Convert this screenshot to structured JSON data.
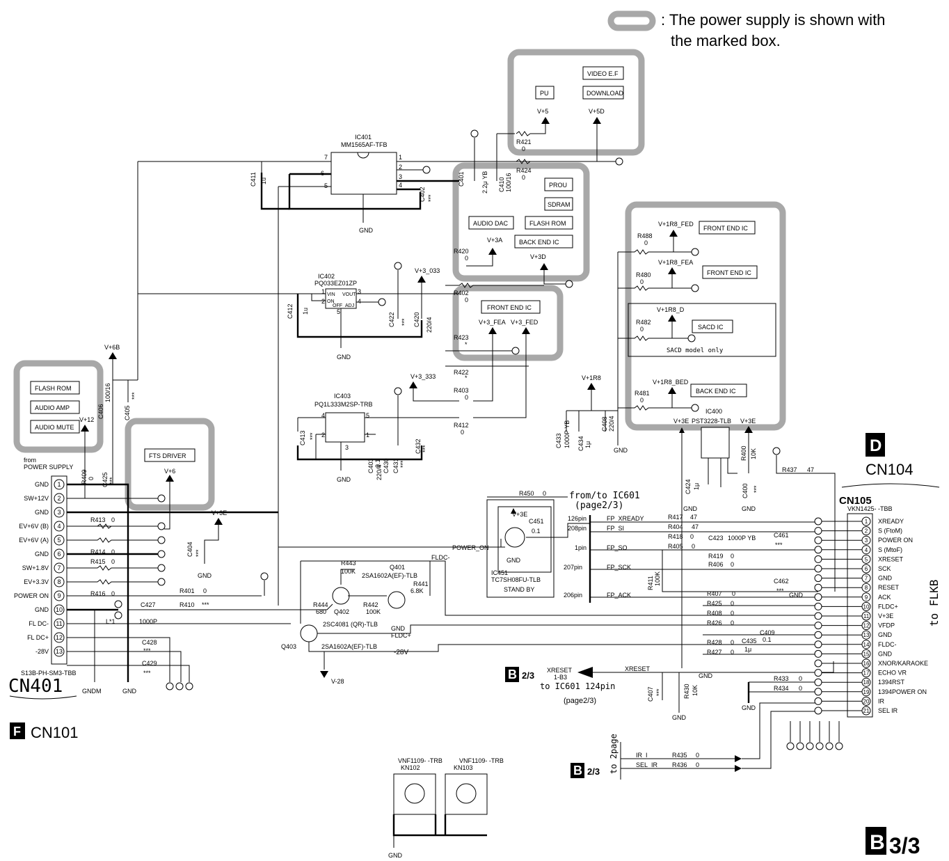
{
  "note": {
    "line1": ": The power supply is shown with",
    "line2": "the marked box."
  },
  "ic401": {
    "name": "IC401",
    "part": "MM1565AF-TFB",
    "pins": [
      "1",
      "2",
      "3",
      "4",
      "5",
      "6",
      "7"
    ]
  },
  "ic402": {
    "name": "IC402",
    "part": "PQ033EZ01ZP",
    "vin": "VIN",
    "vout": "VOUT",
    "on": "ON",
    "off": "OFF",
    "adj": "ADJ",
    "pins": [
      "1",
      "2",
      "3",
      "4",
      "5"
    ]
  },
  "ic403": {
    "name": "IC403",
    "part": "PQ1L333M2SP-TRB",
    "pins": [
      "1",
      "2",
      "3",
      "4",
      "5"
    ]
  },
  "ic451": {
    "name": "IC451",
    "part": "TC7SH08FU-TLB",
    "label": "STAND BY"
  },
  "ic400": {
    "name": "IC400",
    "part": "PST3228-TLB"
  },
  "supply_boxes": {
    "pu": "PU",
    "video_ef": "VIDEO E.F",
    "download": "DOWNLOAD",
    "v5": "V+5",
    "v5d": "V+5D",
    "prou": "PROU",
    "sdram": "SDRAM",
    "audio_dac": "AUDIO DAC",
    "flash_rom": "FLASH ROM",
    "back_end_ic": "BACK END IC",
    "v3a": "V+3A",
    "v3d": "V+3D",
    "front_end_ic": "FRONT END IC",
    "v3_fea": "V+3_FEA",
    "v3_fed": "V+3_FED",
    "v1r8_fed": "V+1R8_FED",
    "v1r8_fea": "V+1R8_FEA",
    "v1r8_d": "V+1R8_D",
    "sacd_ic": "SACD IC",
    "sacd_model_only": "SACD model only",
    "v1r8_bed": "V+1R8_BED",
    "flash_rom2": "FLASH ROM",
    "audio_amp": "AUDIO AMP",
    "audio_mute": "AUDIO MUTE",
    "fts_driver": "FTS DRIVER",
    "v6": "V+6"
  },
  "rails": {
    "v6b": "V+6B",
    "v12": "V+12",
    "v3_033": "V+3_033",
    "v3_333": "V+3_333",
    "v1r8": "V+1R8",
    "v3e": "V+3E",
    "v28": "V-28"
  },
  "components": {
    "c411": "C411",
    "c411v": "1u",
    "c402": "C402",
    "c402v": "***",
    "c401": "C401",
    "c401v": "2.2μ YB",
    "c410": "C410",
    "c410v": "100/16",
    "r421": "R421",
    "r421v": "0",
    "r424": "R424",
    "r424v": "0",
    "r420": "R420",
    "r420v": "0",
    "r402": "R402",
    "r402v": "0",
    "r423": "R423",
    "r423v": "*",
    "r422": "R422",
    "r422v": "*",
    "r403": "R403",
    "r403v": "0",
    "r412": "R412",
    "r412v": "0",
    "c412": "C412",
    "c412v": "1u",
    "c422": "C422",
    "c422v": "***",
    "c420": "C420",
    "c420v": "220/4",
    "c413": "C413",
    "c413v": "***",
    "c403": "C403",
    "c403v": "0.1",
    "c430": "C430",
    "c430v": "220/4",
    "c431": "C431",
    "c431v": "***",
    "c432": "C432",
    "c432v": "***",
    "c406": "C406",
    "c406v": "100/16",
    "c405": "C405",
    "c405v": "***",
    "r409": "R409",
    "r409v": "0",
    "c425": "C425",
    "c425v": "***",
    "r488": "R488",
    "r488v": "0",
    "r480": "R480",
    "r480v": "0",
    "r482": "R482",
    "r482v": "0",
    "r481": "R481",
    "r481v": "0",
    "c433": "C433",
    "c433v": "1000P YB",
    "c434": "C434",
    "c434v": "1μ",
    "c408": "C408",
    "c408v": "220/4",
    "r400": "R400",
    "r400v": "10K",
    "c424": "C424",
    "c424v": "1μ",
    "c400": "C400",
    "c400v": "***",
    "r437": "R437",
    "r437v": "47",
    "r450": "R450",
    "r450v": "0",
    "c451": "C451",
    "c451v": "0.1",
    "r413": "R413",
    "r413v": "0",
    "r414": "R414",
    "r414v": "0",
    "r415": "R415",
    "r415v": "0",
    "r416": "R416",
    "r416v": "0",
    "r401": "R401",
    "r401v": "0",
    "r410": "R410",
    "r410v": "***",
    "c404": "C404",
    "c404v": "***",
    "c427": "C427",
    "c427v": "1000P",
    "c428": "C428",
    "c428v": "***",
    "c429": "C429",
    "c429v": "***",
    "l1": "L*1",
    "r443": "R443",
    "r443v": "100K",
    "q401": "Q401",
    "q401v": "2SA1602A(EF)-TLB",
    "r441": "R441",
    "r441v": "6.8K",
    "r444": "R444",
    "r444v": "680",
    "r442": "R442",
    "r442v": "100K",
    "q402": "Q402",
    "q402v": "2SC4081 (QR)-TLB",
    "q403": "Q403",
    "q403v": "2SA1602A(EF)-TLB",
    "r417": "R417",
    "r417v": "47",
    "r404": "R404",
    "r404v": "47",
    "r418": "R418",
    "r418v": "0",
    "c423": "C423",
    "c423v": "1000P YB",
    "r405": "R405",
    "r405v": "0",
    "c461": "C461",
    "c461v": "***",
    "r419": "R419",
    "r419v": "0",
    "r406": "R406",
    "r406v": "0",
    "c462": "C462",
    "c462v": "***",
    "r411": "R411",
    "r411v": "100K",
    "r407": "R407",
    "r407v": "0",
    "r425": "R425",
    "r425v": "0",
    "r408": "R408",
    "r408v": "0",
    "r426": "R426",
    "r426v": "0",
    "c409": "C409",
    "c409v": "0.1",
    "r428": "R428",
    "r428v": "0",
    "c435": "C435",
    "c435v": "1μ",
    "r427": "R427",
    "r427v": "0",
    "r430": "R430",
    "r430v": "10K",
    "c407": "C407",
    "c407v": "***",
    "r433": "R433",
    "r433v": "0",
    "r434": "R434",
    "r434v": "0",
    "r435": "R435",
    "r435v": "0",
    "r436": "R436",
    "r436v": "0"
  },
  "cn401": {
    "name": "CN401",
    "part": "S13B-PH-SM3-TBB",
    "from": "from",
    "from2": "POWER SUPPLY",
    "pins": [
      "GND",
      "SW+12V",
      "GND",
      "EV+6V (B)",
      "EV+6V (A)",
      "GND",
      "SW+1.8V",
      "EV+3.3V",
      "POWER ON",
      "GND",
      "FL DC-",
      "FL DC+",
      "-28V"
    ],
    "nums": [
      "1",
      "2",
      "3",
      "4",
      "5",
      "6",
      "7",
      "8",
      "9",
      "10",
      "11",
      "12",
      "13"
    ],
    "ref_letter": "F",
    "ref_label": "CN101"
  },
  "cn105": {
    "name": "CN105",
    "part": "VKN1425- -TBB",
    "d_letter": "D",
    "d_label": "CN104",
    "to_label": "to FLKB",
    "pins": [
      "XREADY",
      "S (FtoM)",
      "POWER ON",
      "S (MtoF)",
      "XRESET",
      "SCK",
      "GND",
      "RESET",
      "ACK",
      "FLDC+",
      "V+3E",
      "VFDP",
      "GND",
      "FLDC-",
      "GND",
      "XNOR/KARAOKE",
      "ECHO VR",
      "1394RST",
      "1394POWER ON",
      "IR",
      "SEL IR"
    ],
    "nums": [
      "1",
      "2",
      "3",
      "4",
      "5",
      "6",
      "7",
      "8",
      "9",
      "10",
      "11",
      "12",
      "13",
      "14",
      "15",
      "16",
      "17",
      "18",
      "19",
      "20",
      "21"
    ]
  },
  "nets": {
    "from_to": "from/to IC601",
    "page": "(page2/3)",
    "p126": "126pin",
    "p208": "208pin",
    "p1": "1pin",
    "p207": "207pin",
    "p206": "206pin",
    "fp_xready": "FP_XREADY",
    "fp_si": "FP_SI",
    "fp_so": "FP_SO",
    "fp_sck": "FP_SCK",
    "fp_ack": "FP_ACK",
    "power_on": "POWER_ON",
    "fldc_m": "FLDC-",
    "fldc_p": "FLDC+",
    "v28n": "-28V",
    "xreset": "XRESET",
    "xreset2": "XRESET",
    "xreset_ref": "1-B3",
    "to_ic601": "to IC601 124pin",
    "page2": "(page2/3)",
    "b23": "2/3",
    "b23b": "2/3",
    "to2page": "to 2page",
    "ir_i": "IR_I",
    "sel_ir": "SEL_IR",
    "gnd": "GND",
    "gndm": "GNDM"
  },
  "kn": {
    "part1": "VNF1109- -TRB",
    "name1": "KN102",
    "part2": "VNF1109- -TRB",
    "name2": "KN103"
  },
  "page_ref": {
    "letter": "B",
    "page": "3/3"
  }
}
